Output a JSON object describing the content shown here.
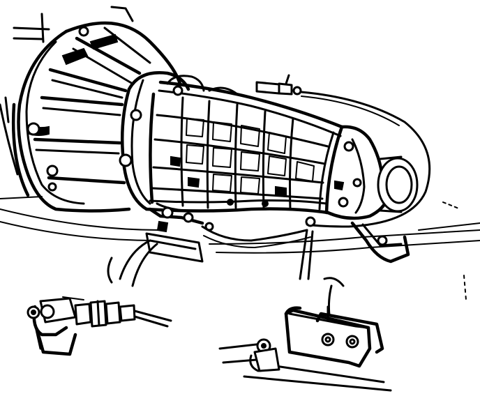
{
  "diagram": {
    "style": "black line-art illustration",
    "ink_color": "#000000",
    "paper_color": "#ffffff",
    "parts": [
      {
        "name": "bellhousing"
      },
      {
        "name": "transmission-case"
      },
      {
        "name": "tail-housing"
      },
      {
        "name": "speedometer-cable"
      },
      {
        "name": "cable-end-detail"
      },
      {
        "name": "bracket-detail"
      }
    ]
  }
}
